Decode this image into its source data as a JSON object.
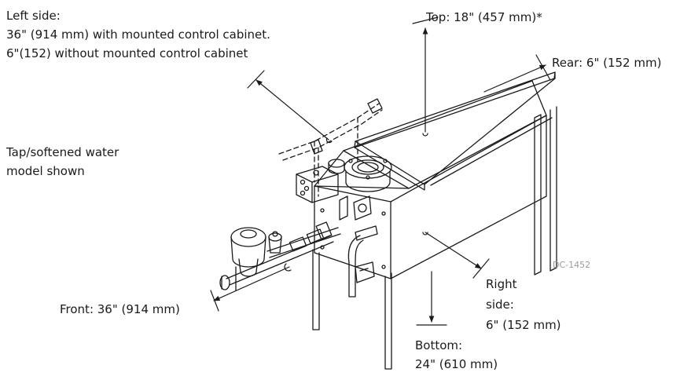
{
  "labels": {
    "left_side_title": "Left side:",
    "left_side_line1": "36\" (914 mm) with mounted control cabinet.",
    "left_side_line2": "6\"(152) without mounted control cabinet",
    "top": "Top: 18\" (457 mm)*",
    "rear": "Rear: 6\" (152 mm)",
    "model_line1": "Tap/softened water",
    "model_line2": "model shown",
    "front": "Front: 36\" (914 mm)",
    "right_line1": "Right",
    "right_line2": "side:",
    "right_line3": "6\" (152 mm)",
    "bottom_line1": "Bottom:",
    "bottom_line2": "24\" (610 mm)",
    "drawing_ref": "DC-1452"
  },
  "colors": {
    "line": "#1a1a1a",
    "ref_text": "#9a9a9a",
    "background": "#ffffff"
  }
}
